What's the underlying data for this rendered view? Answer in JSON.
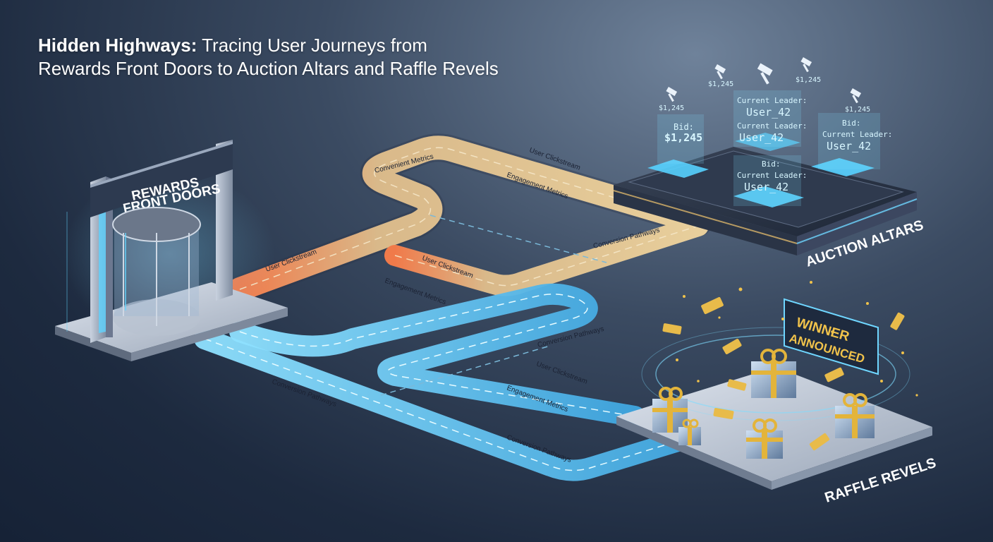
{
  "title": {
    "bold_part": "Hidden Highways:",
    "rest_part": " Tracing User Journeys from",
    "line2": "Rewards Front Doors to Auction Altars and Raffle Revels"
  },
  "nodes": {
    "rewards": {
      "sign_line1": "REWARDS",
      "sign_line2": "FRONT DOORS"
    },
    "auction": {
      "label": "AUCTION ALTARS"
    },
    "raffle": {
      "label": "RAFFLE REVELS",
      "sign_line1": "WINNER",
      "sign_line2": "ANNOUNCED"
    }
  },
  "auction_holograms": {
    "price": "$1,245",
    "bid_label": "Bid:",
    "leader_label": "Current Leader:",
    "leader_value": "User_42"
  },
  "road_labels": {
    "user_clickstream": "User Clickstream",
    "engagement_metrics": "Engagement Metrics",
    "conversion_pathways": "Conversion Pathways",
    "convenient_metrics": "Convenient Metrics"
  },
  "colors": {
    "gold_road": "#d8c093",
    "blue_road": "#63bfe8",
    "accent_orange": "#f07a4a",
    "gold": "#e3b43b"
  }
}
